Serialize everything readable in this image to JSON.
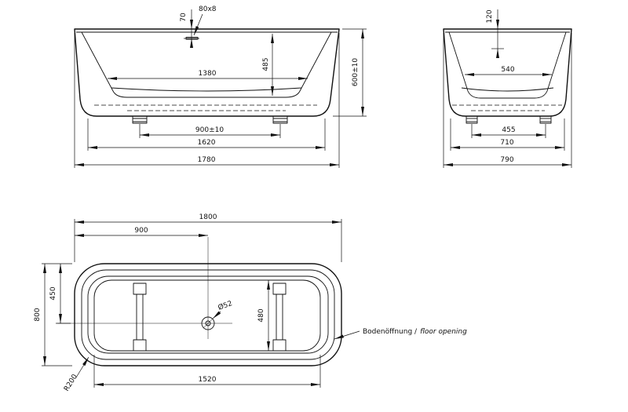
{
  "drawing": {
    "front": {
      "d70": "70",
      "d80x8": "80x8",
      "d1380": "1380",
      "d485": "485",
      "d900": "900±10",
      "d1620": "1620",
      "d1780": "1780",
      "d600": "600±10"
    },
    "side": {
      "d120": "120",
      "d540": "540",
      "d455": "455",
      "d710": "710",
      "d790": "790"
    },
    "plan": {
      "d1800": "1800",
      "d900": "900",
      "d800": "800",
      "d450": "450",
      "d480": "480",
      "d1520": "1520",
      "r200": "R200",
      "dia52": "Ø52",
      "annotation_de": "Bodenöffnung /",
      "annotation_en": "floor opening"
    }
  }
}
